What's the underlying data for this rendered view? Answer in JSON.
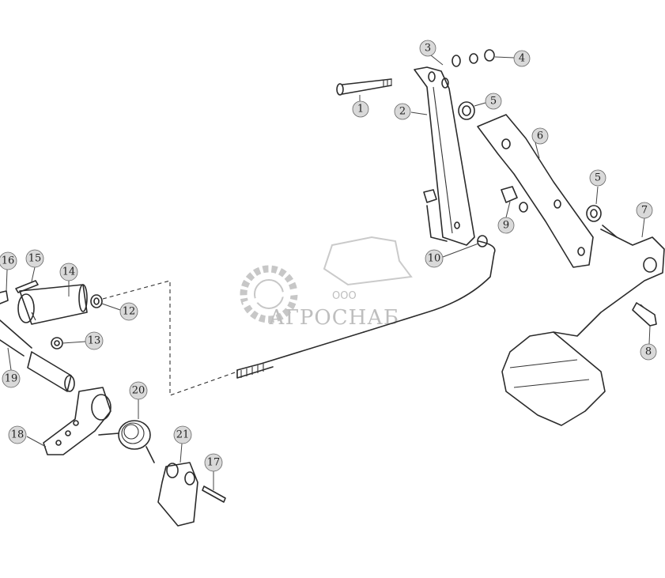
{
  "diagram": {
    "callouts": [
      {
        "id": "c1",
        "label": "1"
      },
      {
        "id": "c2",
        "label": "2"
      },
      {
        "id": "c3",
        "label": "3"
      },
      {
        "id": "c4",
        "label": "4"
      },
      {
        "id": "c5a",
        "label": "5"
      },
      {
        "id": "c5b",
        "label": "5"
      },
      {
        "id": "c6",
        "label": "6"
      },
      {
        "id": "c7",
        "label": "7"
      },
      {
        "id": "c8",
        "label": "8"
      },
      {
        "id": "c9",
        "label": "9"
      },
      {
        "id": "c10",
        "label": "10"
      },
      {
        "id": "c12",
        "label": "12"
      },
      {
        "id": "c13",
        "label": "13"
      },
      {
        "id": "c14",
        "label": "14"
      },
      {
        "id": "c15",
        "label": "15"
      },
      {
        "id": "c16",
        "label": "16"
      },
      {
        "id": "c17",
        "label": "17"
      },
      {
        "id": "c18",
        "label": "18"
      },
      {
        "id": "c19",
        "label": "19"
      },
      {
        "id": "c20",
        "label": "20"
      },
      {
        "id": "c21",
        "label": "21"
      }
    ]
  },
  "watermark": {
    "prefix": "ООО",
    "name": "АГРОСНАБ"
  }
}
